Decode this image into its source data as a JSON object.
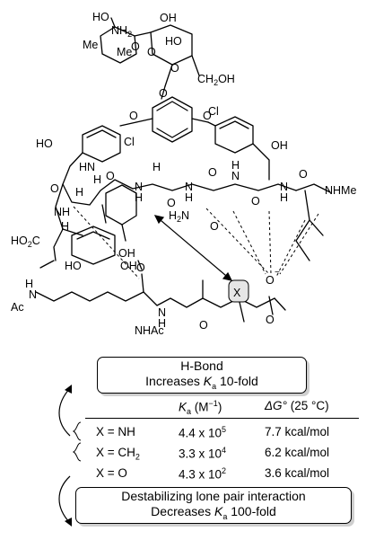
{
  "structure_labels": {
    "ho_top": "HO",
    "nh2_top": "NH",
    "nh2_sub": "2",
    "oh_sugar1": "OH",
    "ho_sugar": "HO",
    "me1": "Me",
    "me2": "Me",
    "o_sugar1": "O",
    "o_sugar2": "O",
    "o_sugar3": "O",
    "ch2oh": "OH",
    "o_link": "O",
    "o_left": "O",
    "o_right": "O",
    "cl_left": "Cl",
    "cl_right": "Cl",
    "ho_left": "HO",
    "oh_right": "OH",
    "hn1": "HN",
    "h1": "H",
    "h2": "H",
    "nh_a": "N",
    "nh_b": "N",
    "nh_c": "N",
    "nh_d": "N",
    "h_n1": "H",
    "h_n2": "H",
    "h_n3": "H",
    "h_n4": "H",
    "o1": "O",
    "o2": "O",
    "o3": "O",
    "o4": "O",
    "o5": "O",
    "h2n": "H",
    "h2n_n": "N",
    "nhme": "NHMe",
    "nh_left": "NH",
    "ho2c": "HO",
    "ho2c_c": "C",
    "h3": "H",
    "ho_bottom": "HO",
    "oh_b1": "OH",
    "oh_b2": "OH",
    "x": "X",
    "o_minus": "O",
    "minus": "−",
    "o_c1": "O",
    "o_c2": "O",
    "o_c3": "O",
    "ac_n": "N",
    "ac_h": "H",
    "ac": "Ac",
    "nhac": "NHAc",
    "h_peptide": "H",
    "n_peptide": "N"
  },
  "hbond_box": {
    "line1": "H-Bond",
    "line2_prefix": "Increases",
    "line2_k": "K",
    "line2_sub": "a",
    "line2_suffix": "10-fold"
  },
  "table": {
    "header": {
      "ka": "K",
      "ka_sub": "a",
      "ka_units": "(M",
      "ka_exp": "−1",
      "ka_close": ")",
      "dg": "ΔG°",
      "dg_cond": "(25 °C)"
    },
    "rows": [
      {
        "x": "X = NH",
        "x_sub": "",
        "ka": "4.4 x 10",
        "ka_exp": "5",
        "dg": "7.7 kcal/mol"
      },
      {
        "x": "X = CH",
        "x_sub": "2",
        "ka": "3.3 x 10",
        "ka_exp": "4",
        "dg": "6.2 kcal/mol"
      },
      {
        "x": "X = O",
        "x_sub": "",
        "ka": "4.3 x 10",
        "ka_exp": "2",
        "dg": "3.6 kcal/mol"
      }
    ]
  },
  "destab_box": {
    "line1": "Destabilizing lone pair interaction",
    "line2_prefix": "Decreases",
    "line2_k": "K",
    "line2_sub": "a",
    "line2_suffix": "100-fold"
  }
}
